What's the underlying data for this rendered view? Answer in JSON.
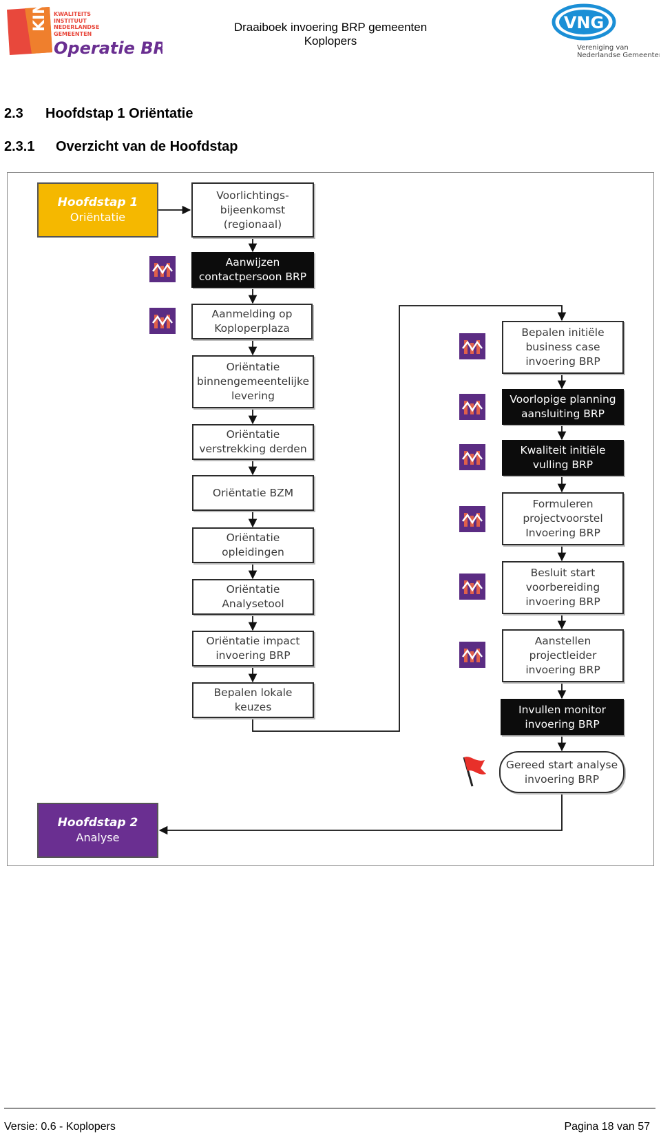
{
  "header": {
    "line1": "Draaiboek invoering BRP gemeenten",
    "line2": "Koplopers",
    "king_logo": {
      "mark": "KING",
      "org": "KWALITEITS INSTITUUT NEDERLANDSE GEMEENTEN",
      "product": "Operatie BRP"
    },
    "vng_logo": {
      "mark": "VNG",
      "org_line1": "Vereniging van",
      "org_line2": "Nederlandse Gemeenten"
    }
  },
  "section": {
    "number": "2.3",
    "title": "Hoofdstap 1 Oriëntatie"
  },
  "subsection": {
    "number": "2.3.1",
    "title": "Overzicht van de Hoofdstap"
  },
  "diagram": {
    "start": {
      "title": "Hoofdstap 1",
      "subtitle": "Oriëntatie",
      "color": "#f5b800"
    },
    "end": {
      "title": "Hoofdstap 2",
      "subtitle": "Analyse",
      "color": "#6a2f91"
    },
    "left_steps": [
      {
        "label": "Voorlichtings-\nbijeenkomst\n(regionaal)",
        "dark": false,
        "koplopers_icon": false
      },
      {
        "label": "Aanwijzen\ncontactpersoon BRP",
        "dark": true,
        "koplopers_icon": true
      },
      {
        "label": "Aanmelding op\nKoploperplaza",
        "dark": false,
        "koplopers_icon": true
      },
      {
        "label": "Oriëntatie\nbinnengemeentelijke\nlevering",
        "dark": false,
        "koplopers_icon": false
      },
      {
        "label": "Oriëntatie\nverstrekking derden",
        "dark": false,
        "koplopers_icon": false
      },
      {
        "label": "Oriëntatie BZM",
        "dark": false,
        "koplopers_icon": false
      },
      {
        "label": "Oriëntatie\nopleidingen",
        "dark": false,
        "koplopers_icon": false
      },
      {
        "label": "Oriëntatie\nAnalysetool",
        "dark": false,
        "koplopers_icon": false
      },
      {
        "label": "Oriëntatie impact\ninvoering BRP",
        "dark": false,
        "koplopers_icon": false
      },
      {
        "label": "Bepalen lokale\nkeuzes",
        "dark": false,
        "koplopers_icon": false
      }
    ],
    "right_steps": [
      {
        "label": "Bepalen initiële\nbusiness case\ninvoering BRP",
        "dark": false,
        "koplopers_icon": true
      },
      {
        "label": "Voorlopige planning\naansluiting BRP",
        "dark": true,
        "koplopers_icon": true
      },
      {
        "label": "Kwaliteit initiële\nvulling BRP",
        "dark": true,
        "koplopers_icon": true
      },
      {
        "label": "Formuleren\nprojectvoorstel\nInvoering BRP",
        "dark": false,
        "koplopers_icon": true
      },
      {
        "label": "Besluit start\nvoorbereiding\ninvoering BRP",
        "dark": false,
        "koplopers_icon": true
      },
      {
        "label": "Aanstellen\nprojectleider\ninvoering BRP",
        "dark": false,
        "koplopers_icon": true
      },
      {
        "label": "Invullen monitor\ninvoering BRP",
        "dark": true,
        "koplopers_icon": false
      }
    ],
    "milestone": {
      "label": "Gereed start analyse\ninvoering BRP",
      "icon": "red-flag-icon"
    },
    "colors": {
      "icon_bg": "#5b2c83",
      "icon_mark": "#e0604a",
      "flag": "#e8302a"
    }
  },
  "footer": {
    "left": "Versie: 0.6 - Koplopers",
    "right": "Pagina 18 van 57"
  }
}
